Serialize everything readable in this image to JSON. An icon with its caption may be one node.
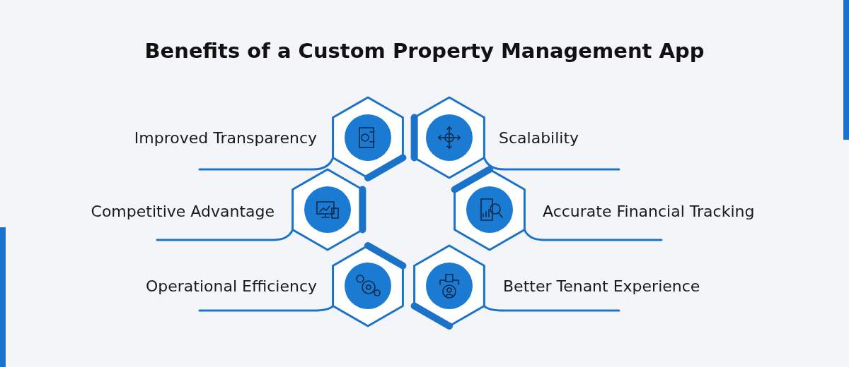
{
  "diagram": {
    "title": "Benefits of a Custom Property Management App",
    "nodes": [
      {
        "text": [
          "Improved Transparency"
        ]
      },
      {
        "text": [
          "Scalability"
        ]
      },
      {
        "text": [
          "Competitive Advantage"
        ]
      },
      {
        "text": [
          "Accurate Financial Tracking"
        ]
      },
      {
        "text": [
          "Operational Efficiency"
        ]
      },
      {
        "text": [
          "Better Tenant Experience"
        ]
      }
    ]
  }
}
